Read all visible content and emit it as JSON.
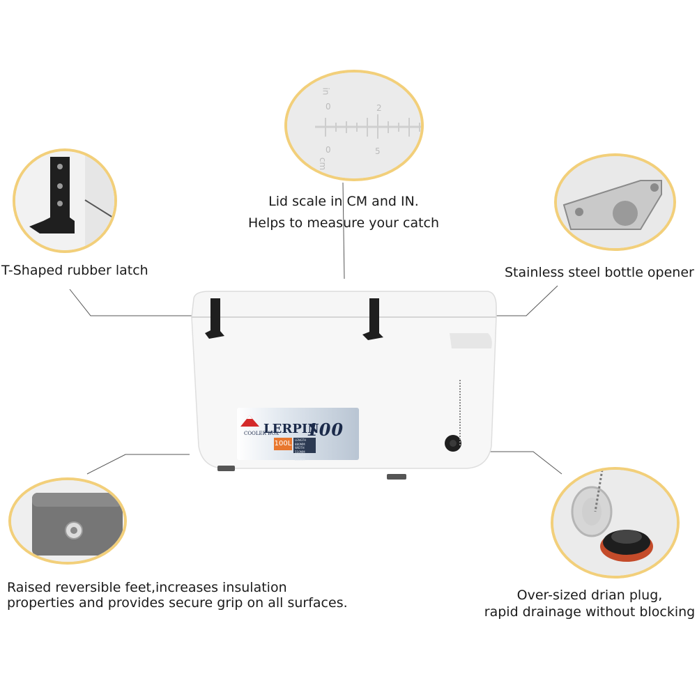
{
  "callouts": {
    "lid_scale": {
      "line1": "Lid scale in CM and IN.",
      "line2": "Helps to measure your  catch"
    },
    "latch": {
      "text": "T-Shaped rubber latch"
    },
    "opener": {
      "text": "Stainless steel bottle opener"
    },
    "feet": {
      "line1": "Raised reversible feet,increases insulation",
      "line2": "properties  and provides secure grip on all surfaces."
    },
    "drain": {
      "line1": "Over-sized drian plug,",
      "line2": "rapid drainage  without blocking"
    }
  },
  "scale_marks": {
    "in_unit": "in",
    "in_zero": "0",
    "in_two": "2",
    "cm_unit": "cm",
    "cm_zero": "0",
    "cm_five": "5"
  },
  "product_label": {
    "brand": "LERPIN",
    "model_number": "100",
    "sub_brand": "COOLER BOX",
    "capacity": "100L",
    "spec_length": "LENGTH 880MM",
    "spec_width": "WIDTH 510MM",
    "spec_height": "HEIGHT 530MM"
  },
  "colors": {
    "circle_border": "#f2cf7a",
    "cooler_body": "#f7f7f7",
    "badge": "#e8772e",
    "brand_text": "#1b2a4a"
  }
}
